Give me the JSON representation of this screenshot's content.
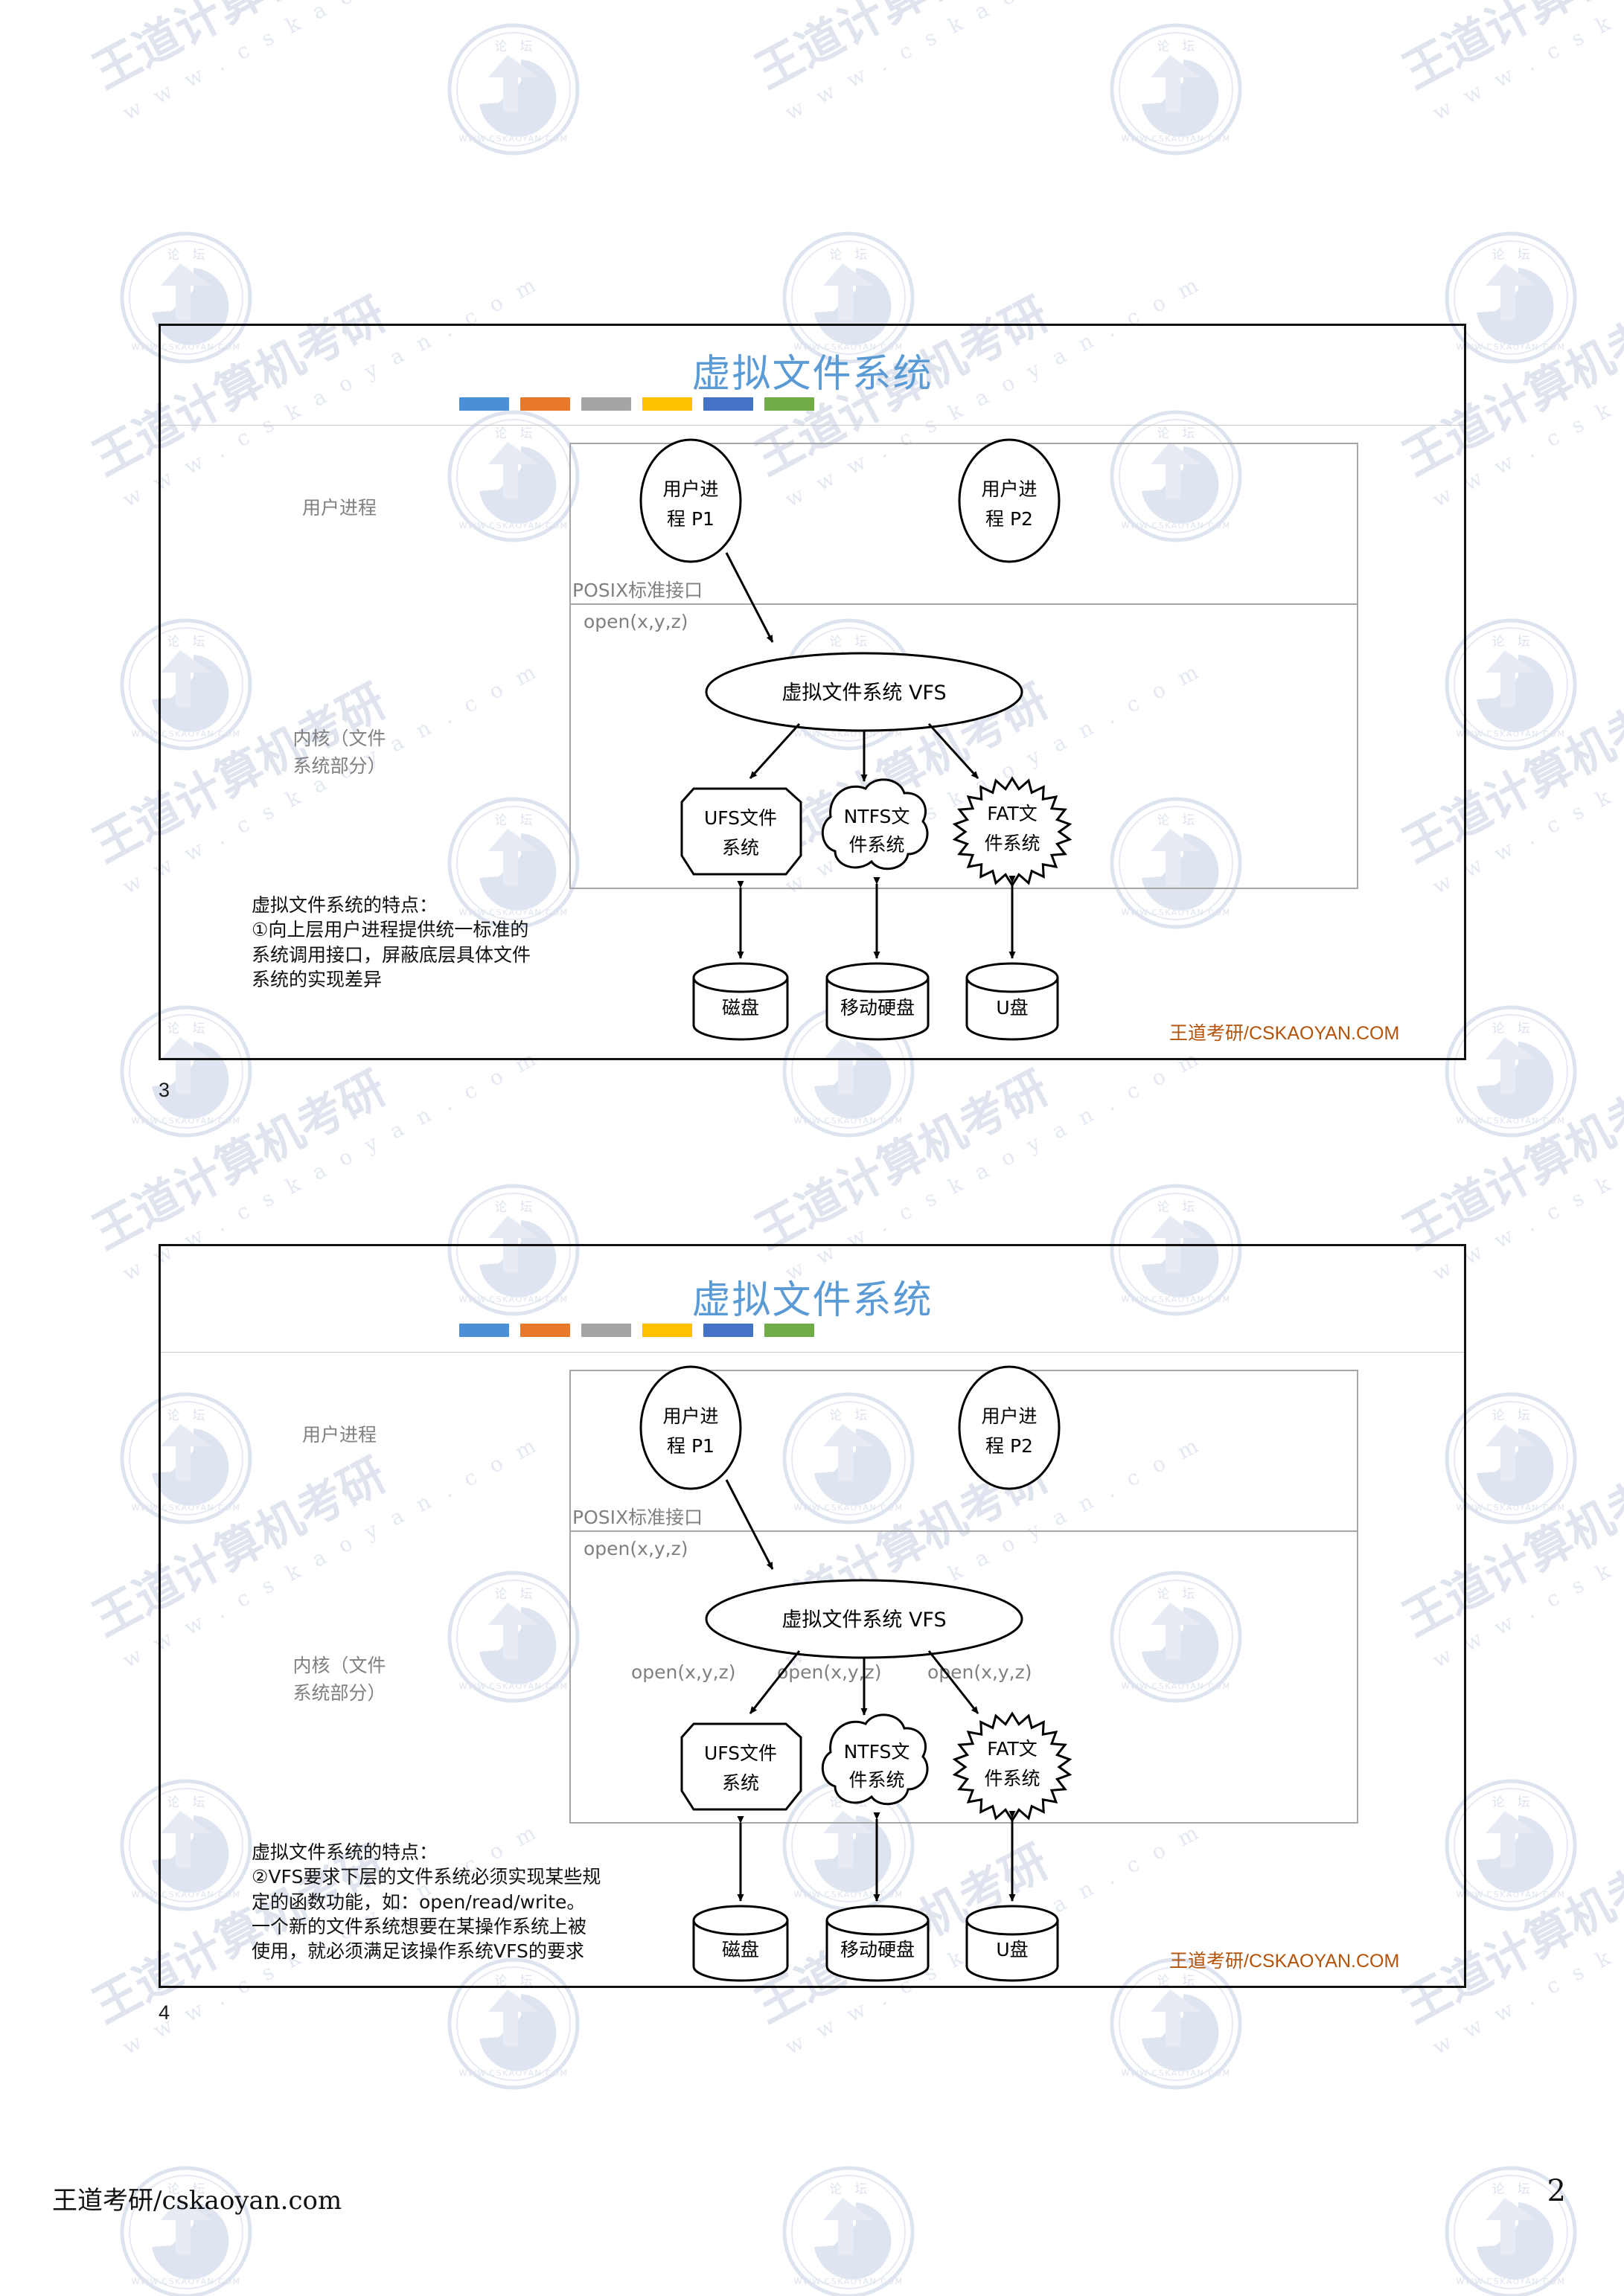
{
  "document": {
    "footer_left": "王道考研/cskaoyan.com",
    "page_number": "2"
  },
  "watermark": {
    "brand_cn": "王道计算机考研",
    "brand_url": "www.cskaoyan.com",
    "logo_ring_top": "论 坛",
    "logo_ring_bottom": "WWW.CSKAOYAN.COM",
    "color": "#dde3ef"
  },
  "theme": {
    "title_color": "#5B9BD5",
    "accent_colors": [
      "#4A90D9",
      "#E8792B",
      "#A5A5A5",
      "#FFC000",
      "#4472C4",
      "#70AD47"
    ],
    "label_gray": "#808080",
    "footer_orange": "#B4530A",
    "box_border": "#a6a6a6",
    "frame_border": "#111111"
  },
  "slides": [
    {
      "number": "3",
      "title": "虚拟文件系统",
      "region_labels": {
        "user": "用户进程",
        "kernel_line1": "内核（文件",
        "kernel_line2": "系统部分）"
      },
      "interface_label": "POSIX标准接口",
      "call_label": "open(x,y,z)",
      "nodes": {
        "p1_line1": "用户进",
        "p1_line2": "程 P1",
        "p2_line1": "用户进",
        "p2_line2": "程 P2",
        "vfs": "虚拟文件系统 VFS",
        "ufs_line1": "UFS文件",
        "ufs_line2": "系统",
        "ntfs_line1": "NTFS文",
        "ntfs_line2": "件系统",
        "fat_line1": "FAT文",
        "fat_line2": "件系统",
        "disk": "磁盘",
        "mobile_disk": "移动硬盘",
        "udisk": "U盘"
      },
      "fs_call_labels": [],
      "note": "虚拟文件系统的特点：\n①向上层用户进程提供统一标准的\n系统调用接口，屏蔽底层具体文件\n系统的实现差异",
      "footer": "王道考研/CSKAOYAN.COM"
    },
    {
      "number": "4",
      "title": "虚拟文件系统",
      "region_labels": {
        "user": "用户进程",
        "kernel_line1": "内核（文件",
        "kernel_line2": "系统部分）"
      },
      "interface_label": "POSIX标准接口",
      "call_label": "open(x,y,z)",
      "nodes": {
        "p1_line1": "用户进",
        "p1_line2": "程 P1",
        "p2_line1": "用户进",
        "p2_line2": "程 P2",
        "vfs": "虚拟文件系统 VFS",
        "ufs_line1": "UFS文件",
        "ufs_line2": "系统",
        "ntfs_line1": "NTFS文",
        "ntfs_line2": "件系统",
        "fat_line1": "FAT文",
        "fat_line2": "件系统",
        "disk": "磁盘",
        "mobile_disk": "移动硬盘",
        "udisk": "U盘"
      },
      "fs_call_labels": [
        "open(x,y,z)",
        "open(x,y,z)",
        "open(x,y,z)"
      ],
      "note": "虚拟文件系统的特点：\n②VFS要求下层的文件系统必须实现某些规\n定的函数功能，如：open/read/write。\n一个新的文件系统想要在某操作系统上被\n使用，就必须满足该操作系统VFS的要求",
      "footer": "王道考研/CSKAOYAN.COM"
    }
  ]
}
